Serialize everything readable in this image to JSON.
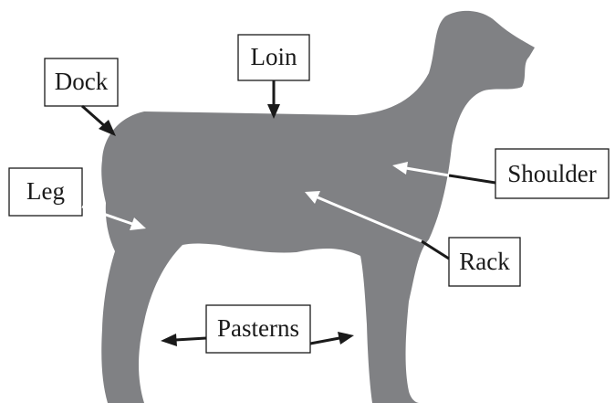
{
  "diagram": {
    "silhouette_color": "#808184",
    "labels": {
      "dock": "Dock",
      "loin": "Loin",
      "leg": "Leg",
      "shoulder": "Shoulder",
      "rack": "Rack",
      "pasterns": "Pasterns"
    }
  }
}
